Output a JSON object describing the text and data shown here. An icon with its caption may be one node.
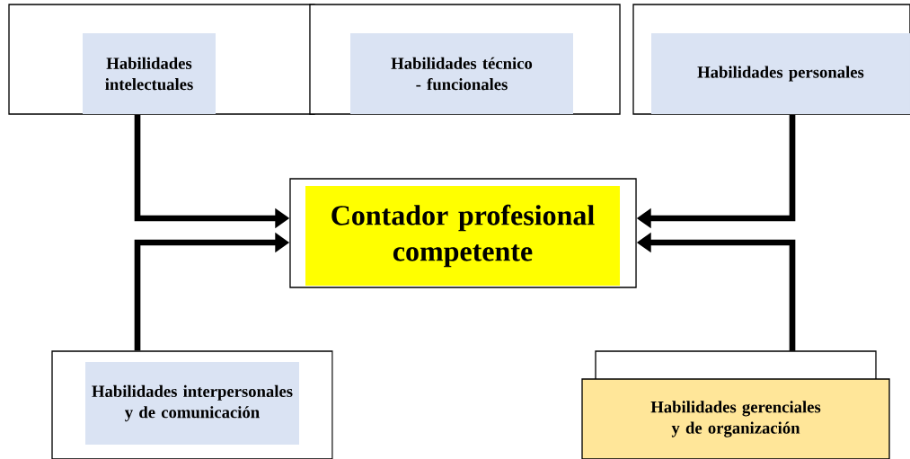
{
  "diagram": {
    "nodes": [
      {
        "text": [
          "Habilidades intelectuales"
        ]
      },
      {
        "text": [
          "Habilidades técnico - funcionales"
        ]
      },
      {
        "text": [
          "Habilidades personales"
        ]
      },
      {
        "text": [
          "Contador profesional competente"
        ]
      },
      {
        "text": [
          "Habilidades interpersonales y de comunicación"
        ]
      },
      {
        "text": [
          "Habilidades gerenciales y de organización"
        ]
      }
    ],
    "edges": [
      {
        "from": 0,
        "to": 3,
        "arrow": "to"
      },
      {
        "from": 4,
        "to": 3,
        "arrow": "to"
      },
      {
        "from": 2,
        "to": 3,
        "arrow": "to"
      },
      {
        "from": 5,
        "to": 3,
        "arrow": "to"
      }
    ]
  }
}
